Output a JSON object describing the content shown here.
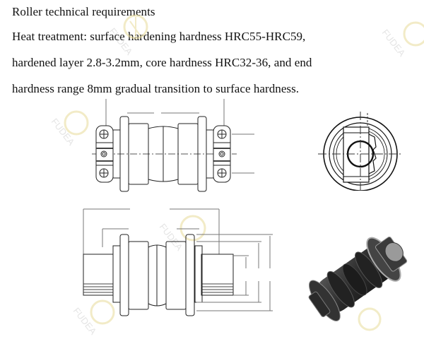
{
  "document": {
    "title": "Roller technical requirements",
    "paragraph_lines": [
      "Heat treatment: surface hardening hardness HRC55-HRC59,",
      "hardened layer 2.8-3.2mm, core hardness HRC32-36, and end",
      "hardness range 8mm gradual transition to surface hardness."
    ]
  },
  "figures": {
    "front_view": "roller-front-view-drawing",
    "end_view": "roller-end-view-drawing",
    "side_section_view": "roller-side-view-drawing",
    "render_3d": "roller-3d-render"
  },
  "watermark": {
    "text": "FUDEA",
    "color": "#e8dc9a"
  }
}
